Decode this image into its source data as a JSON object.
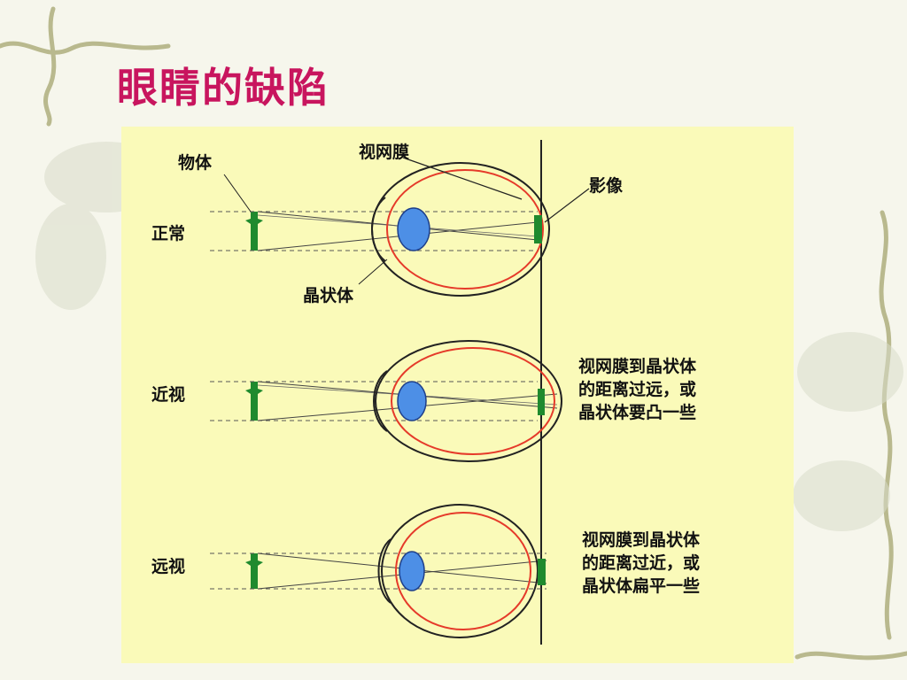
{
  "slide": {
    "title": "眼睛的缺陷"
  },
  "diagram": {
    "labels": {
      "object": "物体",
      "retina": "视网膜",
      "image": "影像",
      "lens": "晶状体",
      "normal": "正常",
      "myopia": "近视",
      "hyperopia": "远视"
    },
    "notes": {
      "myopia": [
        "视网膜到晶状体",
        "的距离过远，或",
        "晶状体要凸一些"
      ],
      "hyperopia": [
        "视网膜到晶状体",
        "的距离过近，或",
        "晶状体扁平一些"
      ]
    },
    "colors": {
      "panel": "#fafab9",
      "object": "#1f8a2e",
      "lens": "#4d8fe6",
      "retina": "#e53a2a",
      "title": "#c8155e"
    }
  }
}
